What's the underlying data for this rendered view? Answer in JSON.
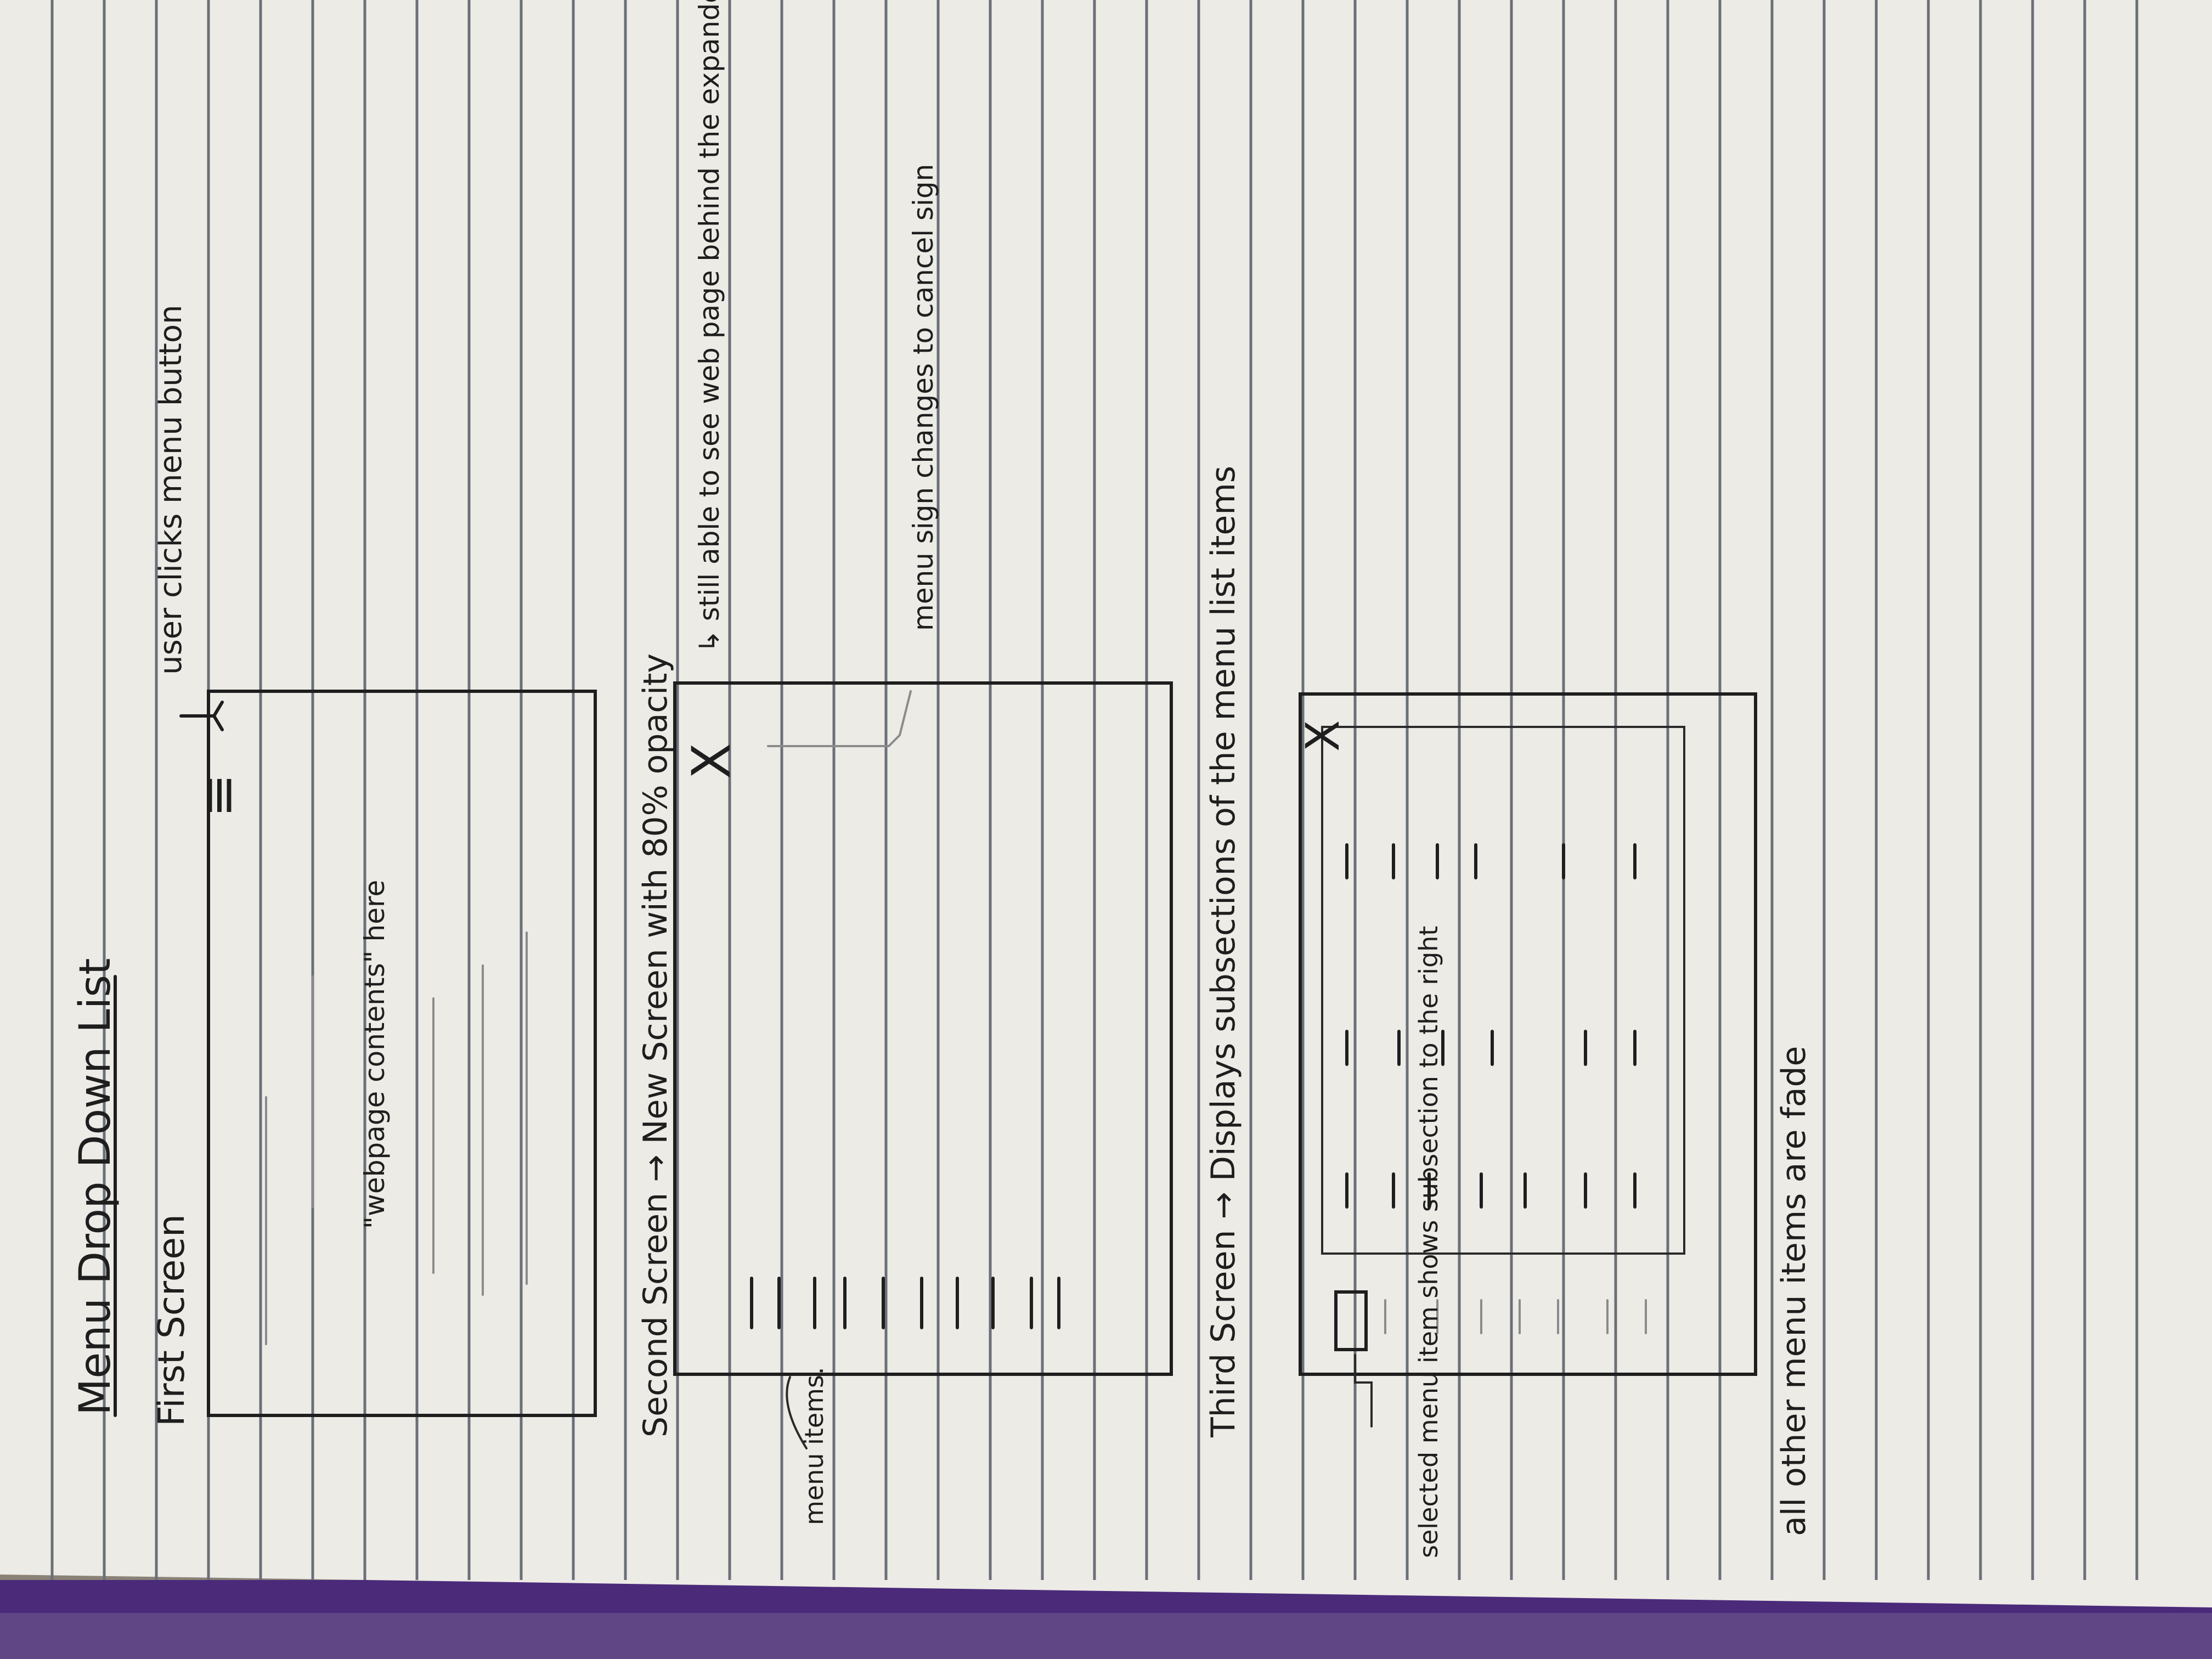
{
  "colors": {
    "paper": "#ecebe6",
    "ruled_line": "#6b6f78",
    "ink": "#1e1e1e",
    "binder_purple": "#4b2a7a"
  },
  "title": "Menu Drop Down List",
  "first_screen": {
    "label": "First Screen",
    "hamburger_icon": "≡",
    "content_note": "\"webpage contents\" here",
    "annotation": "user clicks menu button"
  },
  "second_screen": {
    "label": "Second Screen → New Screen with 80% opacity",
    "note_opacity": "↳ still able to see web page behind the expanded menu list",
    "close_icon": "X",
    "annotation_icon": "menu sign changes to cancel sign",
    "menu_items_label": "menu items."
  },
  "third_screen": {
    "label": "Third Screen → Displays subsections of the menu list items",
    "close_icon": "X",
    "selected_note": "selected menu item shows subsection to the right",
    "fade_note": "all other menu items are fade"
  }
}
